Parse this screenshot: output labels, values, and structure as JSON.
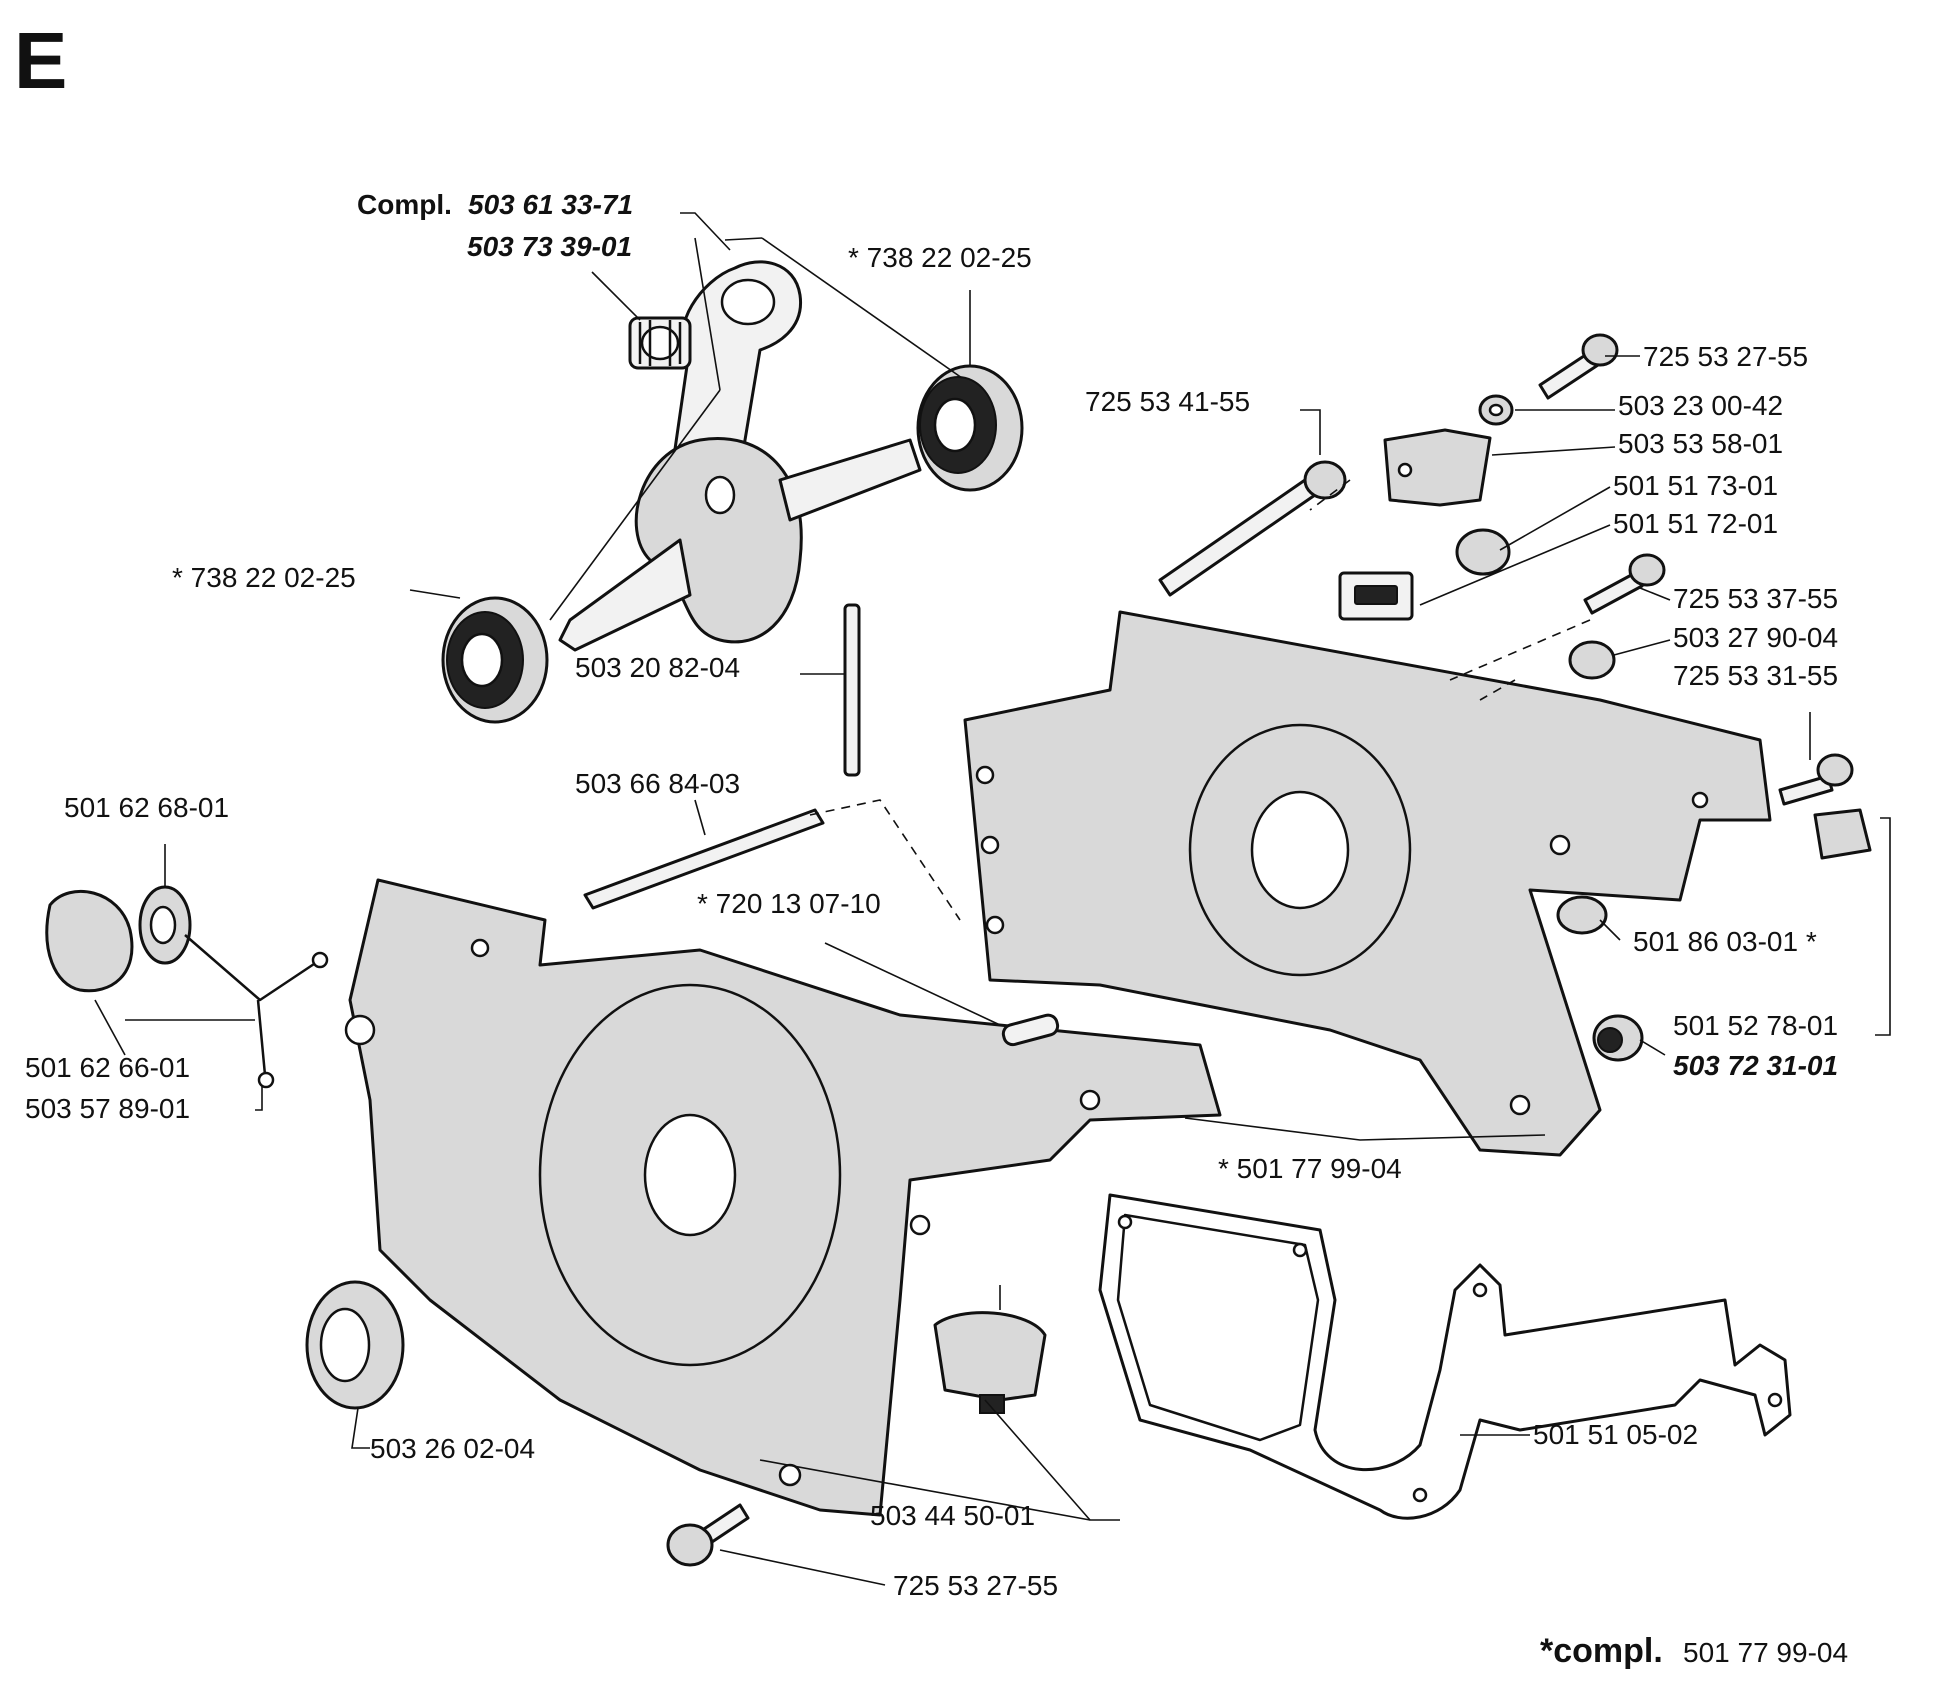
{
  "section_letter": "E",
  "footer": {
    "prefix": "*compl.",
    "number": "501 77 99-04"
  },
  "crankshaft": {
    "compl_label": "Compl.",
    "compl_number": "503 61 33-71",
    "bearing_number": "503 73 39-01"
  },
  "labels": {
    "bearing_right": "* 738 22 02-25",
    "bearing_left": "* 738 22 02-25",
    "stud": "503 20 82-04",
    "screw_top": "725 53 41-55",
    "screw_top_right": "725 53 27-55",
    "washer": "503 23 00-42",
    "bracket": "503 53 58-01",
    "plug_a": "501 51 73-01",
    "plug_b": "501 51 72-01",
    "screw_mid": "725 53 37-55",
    "plug_c": "503 27 90-04",
    "screw_side": "725 53 31-55",
    "tube": "503 66 84-03",
    "pin": "* 720 13 07-10",
    "cap": "501 62 68-01",
    "cap_strap": "501 62 66-01",
    "cap_ring": "503 57 89-01",
    "grommet": "501 86 03-01 *",
    "oil_plug": "501 52 78-01",
    "oil_plug_alt": "503 72 31-01",
    "crankcase": "* 501 77 99-04",
    "gasket": "501 51 05-02",
    "seal": "503 26 02-04",
    "cover_plug": "503 44 50-01",
    "screw_bottom": "725 53 27-55"
  }
}
